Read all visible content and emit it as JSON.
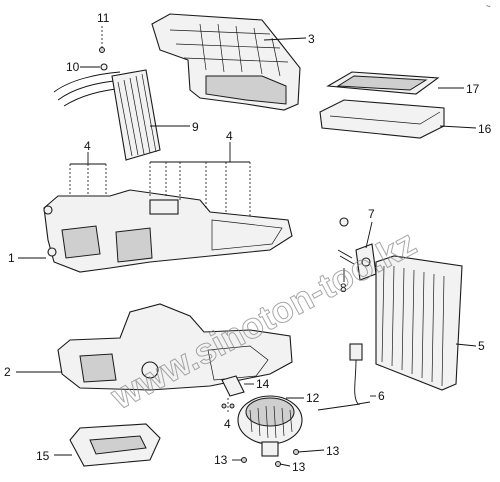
{
  "corner_mark": "~",
  "watermark": "www.sinoton-too.kz",
  "callouts": [
    {
      "id": "c11",
      "label": "11"
    },
    {
      "id": "c10",
      "label": "10"
    },
    {
      "id": "c3",
      "label": "3"
    },
    {
      "id": "c17",
      "label": "17"
    },
    {
      "id": "c16",
      "label": "16"
    },
    {
      "id": "c9",
      "label": "9"
    },
    {
      "id": "c4a",
      "label": "4"
    },
    {
      "id": "c4b",
      "label": "4"
    },
    {
      "id": "c1",
      "label": "1"
    },
    {
      "id": "c7",
      "label": "7"
    },
    {
      "id": "c8",
      "label": "8"
    },
    {
      "id": "c5",
      "label": "5"
    },
    {
      "id": "c2",
      "label": "2"
    },
    {
      "id": "c6",
      "label": "6"
    },
    {
      "id": "c14",
      "label": "14"
    },
    {
      "id": "c12",
      "label": "12"
    },
    {
      "id": "c4c",
      "label": "4"
    },
    {
      "id": "c15",
      "label": "15"
    },
    {
      "id": "c13a",
      "label": "13"
    },
    {
      "id": "c13b",
      "label": "13"
    },
    {
      "id": "c13c",
      "label": "13"
    }
  ]
}
